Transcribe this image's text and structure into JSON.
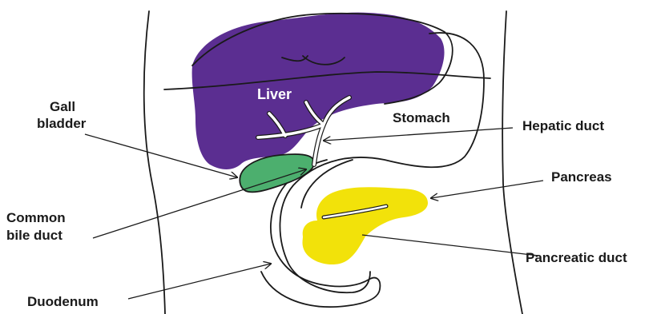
{
  "labels": {
    "liver": "Liver",
    "gall_bladder_line1": "Gall",
    "gall_bladder_line2": "bladder",
    "stomach": "Stomach",
    "hepatic_duct": "Hepatic duct",
    "pancreas": "Pancreas",
    "common_bile_duct_line1": "Common",
    "common_bile_duct_line2": "bile duct",
    "pancreatic_duct": "Pancreatic duct",
    "duodenum": "Duodenum"
  },
  "colors": {
    "liver": "#5b2e91",
    "gall_bladder": "#4caf6e",
    "pancreas": "#f2e20a",
    "outline": "#1a1a1a",
    "background": "#ffffff"
  }
}
